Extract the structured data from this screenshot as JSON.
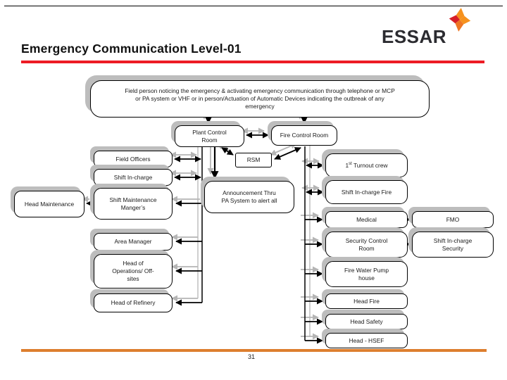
{
  "slide": {
    "title": "Emergency Communication Level-01",
    "page_number": "31",
    "logo_text": "ESSAR",
    "colors": {
      "title_underline": "#ED1C24",
      "footer_line": "#DD7E2E",
      "shadow": "#BDBDBD",
      "logo_orange": "#F6921E",
      "logo_dark_orange": "#EE7623",
      "logo_red": "#D71F28",
      "connector_black": "#000000",
      "connector_gray": "#B5B5B5"
    }
  },
  "diagram": {
    "banner": "Field person noticing the emergency & activating emergency communication through telephone or MCP\nor PA system or VHF or in person/Actuation of Automatic Devices indicating the outbreak of any\nemergency",
    "nodes": {
      "pcr": "Plant Control\nRoom",
      "fcr": "Fire Control Room",
      "rsm": "RSM",
      "announcement": "Announcement Thru\nPA System to alert all",
      "field_officers": "Field Officers",
      "shift_incharge": "Shift In-charge",
      "smm": "Shift Maintenance\nManger’s",
      "head_maintenance": "Head Maintenance",
      "area_manager": "Area Manager",
      "head_ops": "Head of\nOperations/ Off-\nsites",
      "head_refinery": "Head of Refinery",
      "turnout": {
        "prefix": "1",
        "sup": "st",
        "rest": " Turnout crew"
      },
      "sif": "Shift In-charge Fire",
      "medical": "Medical",
      "fmo": "FMO",
      "scr": "Security Control\nRoom",
      "sis": "Shift In-charge\nSecurity",
      "fwph": "Fire Water Pump\nhouse",
      "head_fire": "Head Fire",
      "head_safety": "Head Safety",
      "head_hsef": "Head - HSEF"
    }
  }
}
